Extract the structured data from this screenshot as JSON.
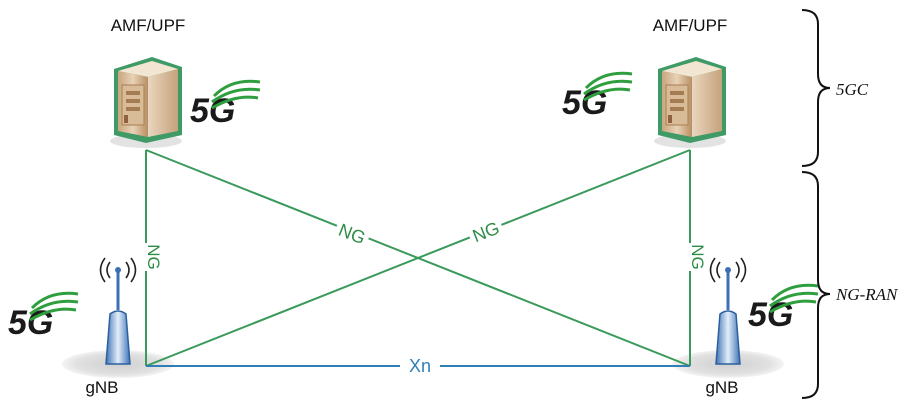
{
  "nodes": {
    "core_left_label": "AMF/UPF",
    "core_right_label": "AMF/UPF",
    "gnb_left_label": "gNB",
    "gnb_right_label": "gNB"
  },
  "links": {
    "ng_left_vertical": "NG",
    "ng_right_vertical": "NG",
    "ng_cross_down": "NG",
    "ng_cross_up": "NG",
    "xn": "Xn"
  },
  "logo_text": "5G",
  "brackets": {
    "core_network": "5GC",
    "radio_access": "NG-RAN"
  },
  "colors": {
    "ng_link": "#3a9a5b",
    "xn_link": "#2f7fb6",
    "logo_green": "#2e9e3e",
    "server_body": "#d9b995",
    "server_edge": "#3f9a66",
    "antenna": "#3c6fb5"
  }
}
